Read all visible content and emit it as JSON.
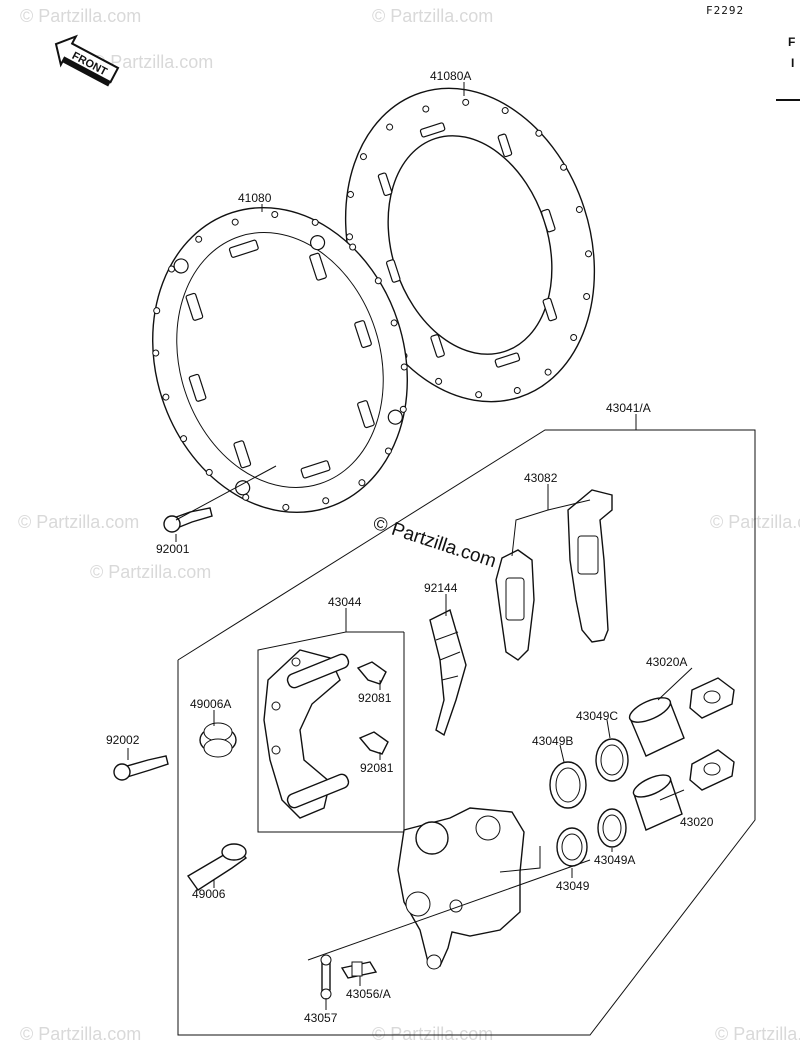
{
  "figure_code": "F2292",
  "corner_letters": [
    "F",
    "I"
  ],
  "front_arrow": {
    "label": "FRONT"
  },
  "watermark": {
    "center": "© Partzilla.com",
    "repeat": "© Partzilla.com"
  },
  "callouts": {
    "disc_rear": "41080A",
    "disc_front": "41080",
    "caliper_assy": "43041/A",
    "pad_set": "43082",
    "spring": "92144",
    "bracket": "43044",
    "disc_bolt": "92001",
    "boot_a": "49006A",
    "bolt": "92002",
    "clip_upper": "92081",
    "clip_lower": "92081",
    "pin": "49006",
    "piston_holder_a": "43020A",
    "seal_c": "43049C",
    "seal_b": "43049B",
    "piston_holder": "43020",
    "seal_a": "43049A",
    "seal": "43049",
    "bleeder": "43056/A",
    "cap": "43057"
  }
}
